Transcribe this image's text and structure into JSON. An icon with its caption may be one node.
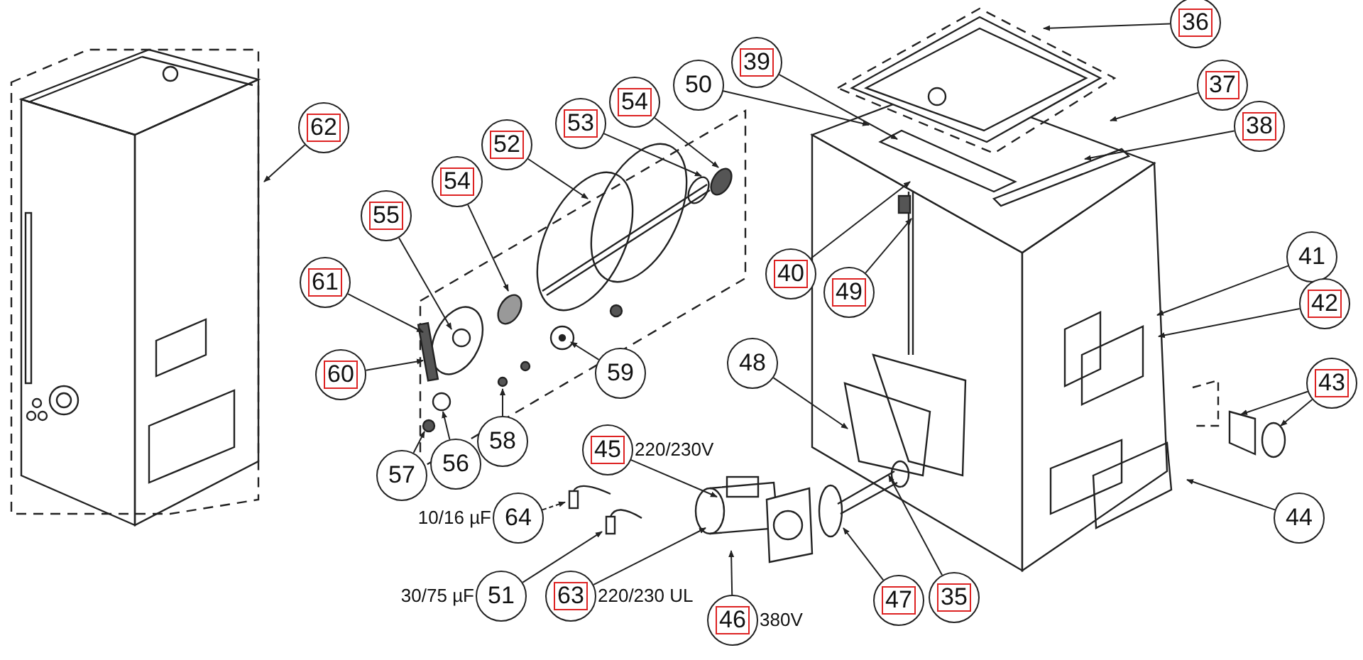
{
  "diagram": {
    "nodes": [
      {
        "text": [
          "62"
        ]
      },
      {
        "text": [
          "36"
        ]
      },
      {
        "text": [
          "39"
        ]
      },
      {
        "text": [
          "54"
        ]
      },
      {
        "text": [
          "50"
        ]
      },
      {
        "text": [
          "53"
        ]
      },
      {
        "text": [
          "37"
        ]
      },
      {
        "text": [
          "38"
        ]
      },
      {
        "text": [
          "52"
        ]
      },
      {
        "text": [
          "54"
        ]
      },
      {
        "text": [
          "55"
        ]
      },
      {
        "text": [
          "40"
        ]
      },
      {
        "text": [
          "49"
        ]
      },
      {
        "text": [
          "61"
        ]
      },
      {
        "text": [
          "41"
        ]
      },
      {
        "text": [
          "42"
        ]
      },
      {
        "text": [
          "60"
        ]
      },
      {
        "text": [
          "59"
        ]
      },
      {
        "text": [
          "48"
        ]
      },
      {
        "text": [
          "43"
        ]
      },
      {
        "text": [
          "57"
        ]
      },
      {
        "text": [
          "56"
        ]
      },
      {
        "text": [
          "58"
        ]
      },
      {
        "text": [
          "45"
        ],
        "beside": [
          "220/230V"
        ]
      },
      {
        "text": [
          "64"
        ],
        "beside": [
          "10/16 µF"
        ]
      },
      {
        "text": [
          "44"
        ]
      },
      {
        "text": [
          "51"
        ],
        "beside": [
          "30/75 µF"
        ]
      },
      {
        "text": [
          "63"
        ],
        "beside": [
          "220/230 UL"
        ]
      },
      {
        "text": [
          "46"
        ],
        "beside": [
          "380V"
        ]
      },
      {
        "text": [
          "47"
        ]
      },
      {
        "text": [
          "35"
        ]
      },
      {
        "text": [],
        "shape": "picture"
      },
      {
        "text": [],
        "shape": "picture"
      }
    ],
    "edges": [
      {
        "from": 0,
        "to": null,
        "arrow": "to"
      },
      {
        "from": 1,
        "to": null,
        "arrow": "to"
      },
      {
        "from": 2,
        "to": null,
        "arrow": "to"
      },
      {
        "from": 3,
        "to": null,
        "arrow": "to"
      },
      {
        "from": 4,
        "to": null,
        "arrow": "to"
      },
      {
        "from": 5,
        "to": null,
        "arrow": "to"
      },
      {
        "from": 6,
        "to": null,
        "arrow": "to"
      },
      {
        "from": 7,
        "to": null,
        "arrow": "to"
      },
      {
        "from": 8,
        "to": null,
        "arrow": "to"
      },
      {
        "from": 9,
        "to": null,
        "arrow": "to"
      },
      {
        "from": 10,
        "to": null,
        "arrow": "to"
      },
      {
        "from": 11,
        "to": null,
        "arrow": "to"
      },
      {
        "from": 12,
        "to": null,
        "arrow": "to"
      },
      {
        "from": 13,
        "to": null,
        "arrow": "to"
      },
      {
        "from": 14,
        "to": null,
        "arrow": "to"
      },
      {
        "from": 15,
        "to": null,
        "arrow": "to"
      },
      {
        "from": 16,
        "to": null,
        "arrow": "to"
      },
      {
        "from": 17,
        "to": null,
        "arrow": "to"
      },
      {
        "from": 18,
        "to": null,
        "arrow": "to"
      },
      {
        "from": 19,
        "to": null,
        "arrow": "to"
      },
      {
        "from": 19,
        "to": null,
        "arrow": "to"
      },
      {
        "from": 20,
        "to": null,
        "arrow": "to"
      },
      {
        "from": 21,
        "to": null,
        "arrow": "to"
      },
      {
        "from": 22,
        "to": null,
        "arrow": "to"
      },
      {
        "from": 23,
        "to": null,
        "arrow": "to"
      },
      {
        "from": 24,
        "to": 31,
        "arrow": "to",
        "style": "dashed"
      },
      {
        "from": 25,
        "to": null,
        "arrow": "to"
      },
      {
        "from": 26,
        "to": 32,
        "arrow": "to"
      },
      {
        "from": 27,
        "to": null,
        "arrow": "to"
      },
      {
        "from": 28,
        "to": null,
        "arrow": "to"
      },
      {
        "from": 29,
        "to": null,
        "arrow": "to"
      },
      {
        "from": 30,
        "to": null,
        "arrow": "to"
      }
    ]
  }
}
